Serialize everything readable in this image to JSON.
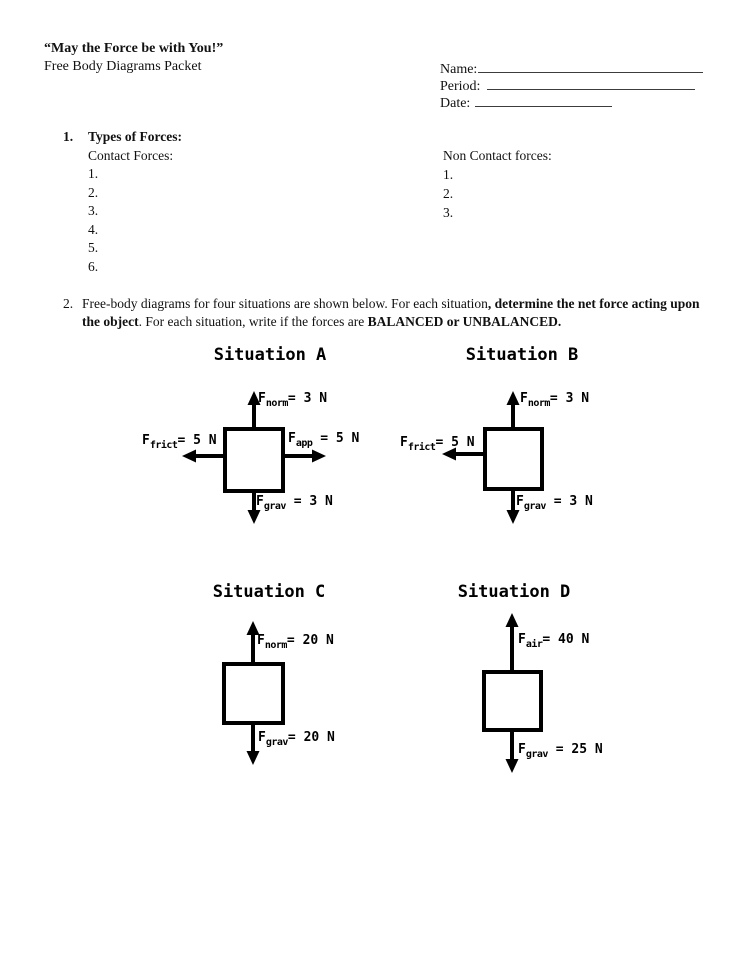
{
  "header": {
    "title": "“May the Force be with You!”",
    "subtitle": "Free Body Diagrams Packet",
    "fields": {
      "name_label": "Name:",
      "period_label": "Period:",
      "date_label": "Date:"
    }
  },
  "section1": {
    "number": "1.",
    "heading": "Types of Forces:",
    "contact": {
      "heading": "Contact Forces:",
      "items": [
        "1.",
        "2.",
        "3.",
        "4.",
        "5.",
        "6."
      ]
    },
    "noncontact": {
      "heading": "Non Contact forces:",
      "items": [
        "1.",
        "2.",
        "3."
      ]
    }
  },
  "section2": {
    "number": "2.",
    "segments": [
      "Free-body diagrams for four situations are shown below. For each situation",
      ", determine the net force acting upon the object",
      ". For each situation, write if the forces are ",
      "BALANCED or UNBALANCED."
    ]
  },
  "diagrams": {
    "a": {
      "title": "Situation A",
      "forces": {
        "up": {
          "sym": "F",
          "sub": "norm",
          "val": "= 3 N"
        },
        "left": {
          "sym": "F",
          "sub": "frict",
          "val": "= 5 N"
        },
        "right": {
          "sym": "F",
          "sub": "app",
          "val": " = 5 N"
        },
        "down": {
          "sym": "F",
          "sub": "grav",
          "val": " = 3 N"
        }
      }
    },
    "b": {
      "title": "Situation B",
      "forces": {
        "up": {
          "sym": "F",
          "sub": "norm",
          "val": "= 3 N"
        },
        "left": {
          "sym": "F",
          "sub": "frict",
          "val": "= 5 N"
        },
        "down": {
          "sym": "F",
          "sub": "grav",
          "val": " = 3 N"
        }
      }
    },
    "c": {
      "title": "Situation C",
      "forces": {
        "up": {
          "sym": "F",
          "sub": "norm",
          "val": "= 20 N"
        },
        "down": {
          "sym": "F",
          "sub": "grav",
          "val": "= 20 N"
        }
      }
    },
    "d": {
      "title": "Situation D",
      "forces": {
        "up": {
          "sym": "F",
          "sub": "air",
          "val": "= 40 N"
        },
        "down": {
          "sym": "F",
          "sub": "grav",
          "val": " = 25 N"
        }
      }
    }
  }
}
